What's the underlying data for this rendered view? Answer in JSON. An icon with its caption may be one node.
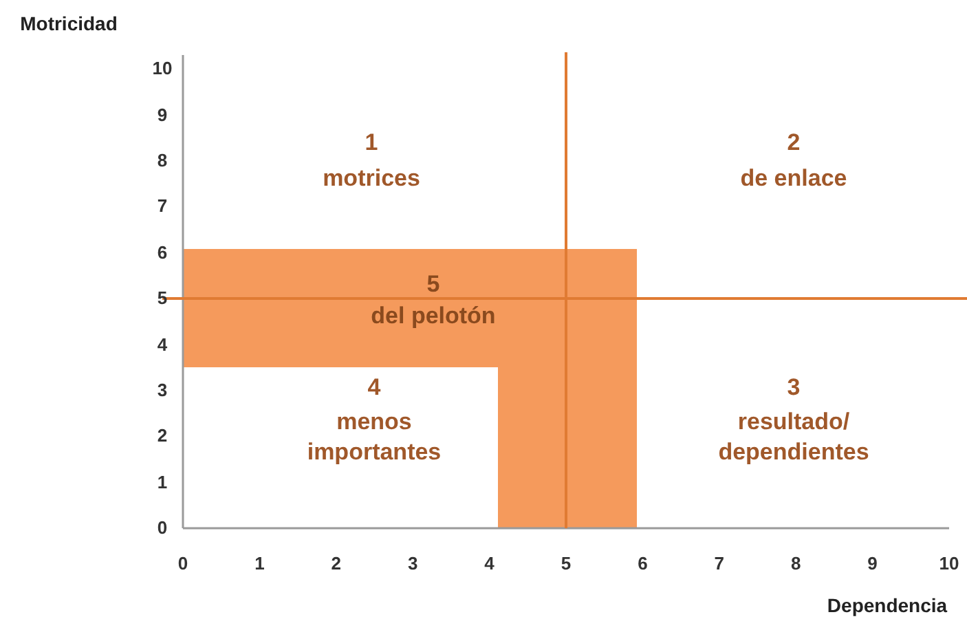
{
  "diagram": {
    "nodes": [
      {
        "text": [
          "5",
          "del pelotón"
        ]
      }
    ],
    "labels": [
      "Motricidad",
      "10",
      "9",
      "8",
      "7",
      "6",
      "5",
      "4",
      "3",
      "2",
      "1",
      "0",
      "1",
      "motrices",
      "2",
      "de enlace",
      "4",
      "menos importantes",
      "3",
      "resultado/ dependientes",
      "0",
      "1",
      "2",
      "3",
      "4",
      "5",
      "6",
      "7",
      "8",
      "9",
      "10",
      "Dependencia"
    ]
  }
}
